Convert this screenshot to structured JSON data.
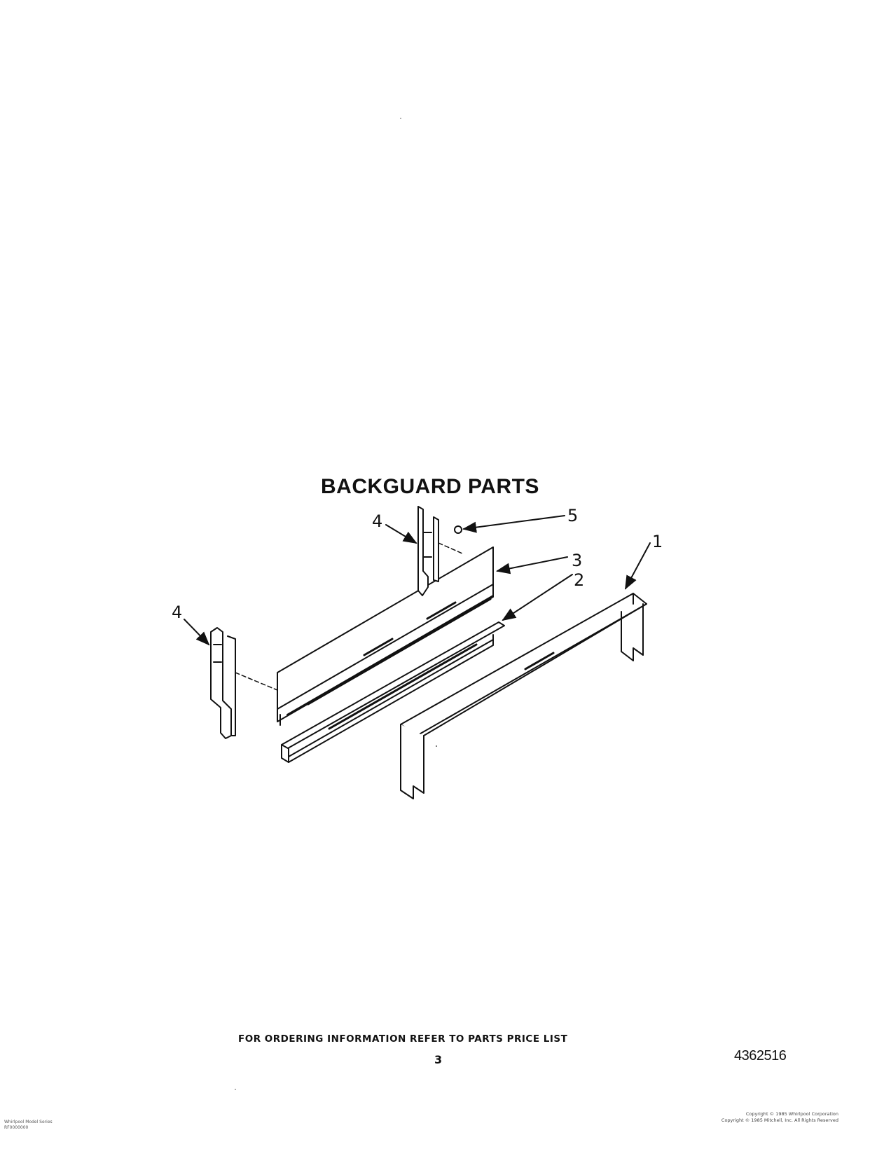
{
  "diagram": {
    "title": "BACKGUARD PARTS",
    "callouts": [
      {
        "id": "1",
        "label": "1"
      },
      {
        "id": "2",
        "label": "2"
      },
      {
        "id": "3",
        "label": "3"
      },
      {
        "id": "4a",
        "label": "4"
      },
      {
        "id": "4b",
        "label": "4"
      },
      {
        "id": "5",
        "label": "5"
      }
    ]
  },
  "footer": {
    "ordering_note": "FOR ORDERING INFORMATION REFER TO PARTS PRICE LIST",
    "page_number": "3",
    "part_number": "4362516"
  },
  "fine_print": {
    "left": [
      "Whirlpool Model Series",
      "RF0000000"
    ],
    "right": [
      "Copyright © 1985 Whirlpool Corporation",
      "Copyright © 1985 Mitchell, Inc. All Rights Reserved"
    ]
  }
}
